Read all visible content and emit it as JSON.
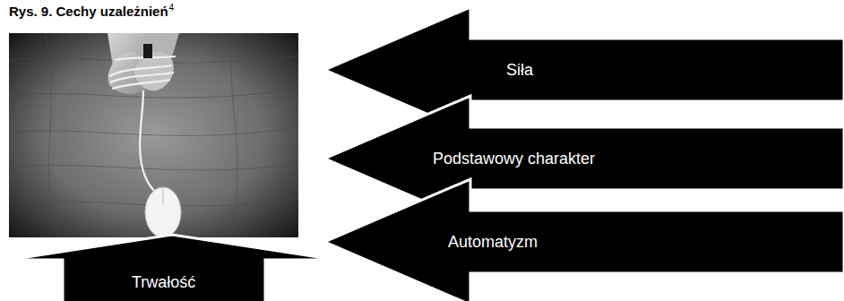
{
  "diagram": {
    "title": "Rys. 9. Cechy uzależnień",
    "nodes": [
      {
        "text": [
          "Siła"
        ]
      },
      {
        "text": [
          "Podstawowy charakter"
        ]
      },
      {
        "text": [
          "Automatyzm"
        ]
      },
      {
        "text": [
          "Trwałość"
        ]
      }
    ],
    "labels": [
      "4"
    ]
  }
}
